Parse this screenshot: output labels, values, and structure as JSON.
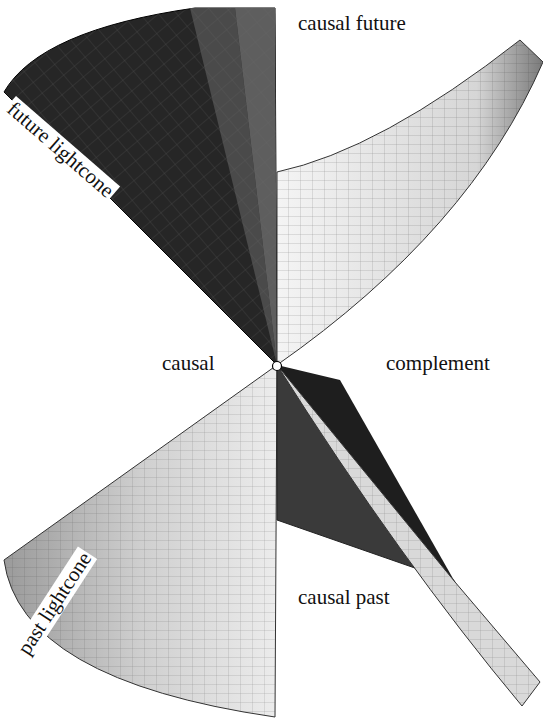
{
  "diagram": {
    "labels": [
      "future lightcone",
      "causal future",
      "causal",
      "complement",
      "past lightcone",
      "causal past"
    ]
  }
}
